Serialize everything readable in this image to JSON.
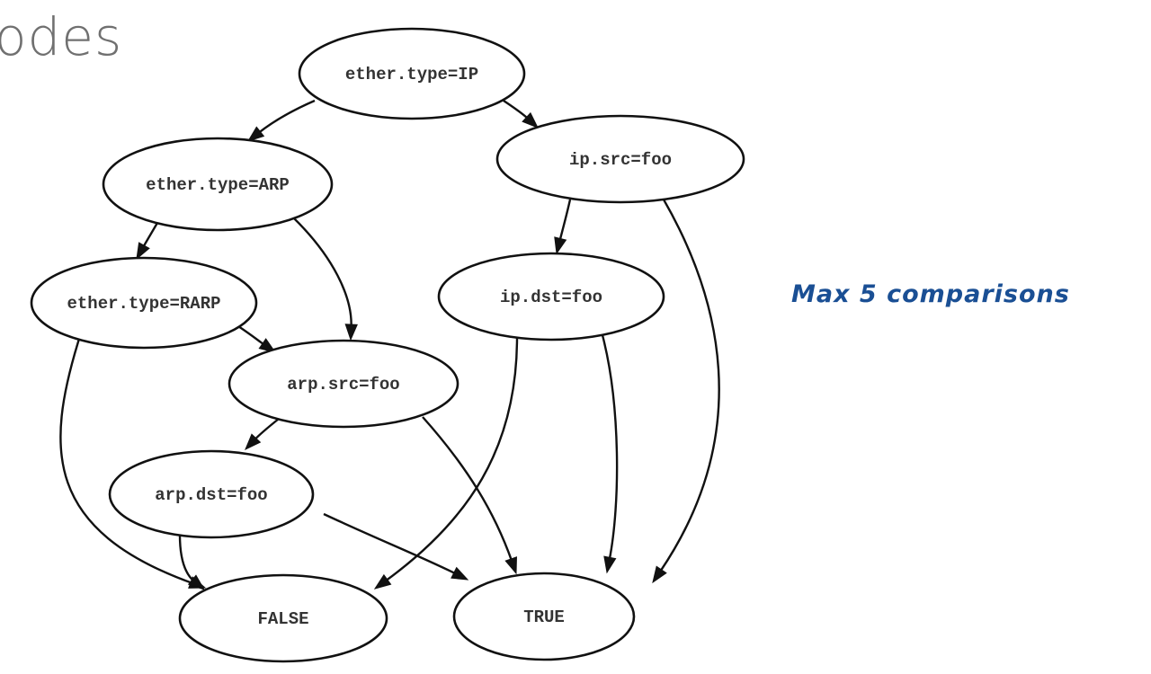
{
  "slide": {
    "title_fragment": "odes",
    "annotation": "Max 5 comparisons",
    "annotation_color": "#1a4f94"
  },
  "graph": {
    "type": "directed-graph",
    "nodes": [
      {
        "id": "ether_ip",
        "label": "ether.type=IP"
      },
      {
        "id": "ether_arp",
        "label": "ether.type=ARP"
      },
      {
        "id": "ip_src",
        "label": "ip.src=foo"
      },
      {
        "id": "ether_rarp",
        "label": "ether.type=RARP"
      },
      {
        "id": "ip_dst",
        "label": "ip.dst=foo"
      },
      {
        "id": "arp_src",
        "label": "arp.src=foo"
      },
      {
        "id": "arp_dst",
        "label": "arp.dst=foo"
      },
      {
        "id": "false",
        "label": "FALSE"
      },
      {
        "id": "true",
        "label": "TRUE"
      }
    ],
    "edges": [
      {
        "from": "ether_ip",
        "to": "ether_arp"
      },
      {
        "from": "ether_ip",
        "to": "ip_src"
      },
      {
        "from": "ether_arp",
        "to": "ether_rarp"
      },
      {
        "from": "ether_arp",
        "to": "arp_src"
      },
      {
        "from": "ip_src",
        "to": "ip_dst"
      },
      {
        "from": "ip_src",
        "to": "true"
      },
      {
        "from": "ether_rarp",
        "to": "arp_src"
      },
      {
        "from": "ether_rarp",
        "to": "false"
      },
      {
        "from": "ip_dst",
        "to": "false"
      },
      {
        "from": "ip_dst",
        "to": "true"
      },
      {
        "from": "arp_src",
        "to": "arp_dst"
      },
      {
        "from": "arp_src",
        "to": "true"
      },
      {
        "from": "arp_dst",
        "to": "false"
      },
      {
        "from": "arp_dst",
        "to": "true"
      }
    ]
  }
}
